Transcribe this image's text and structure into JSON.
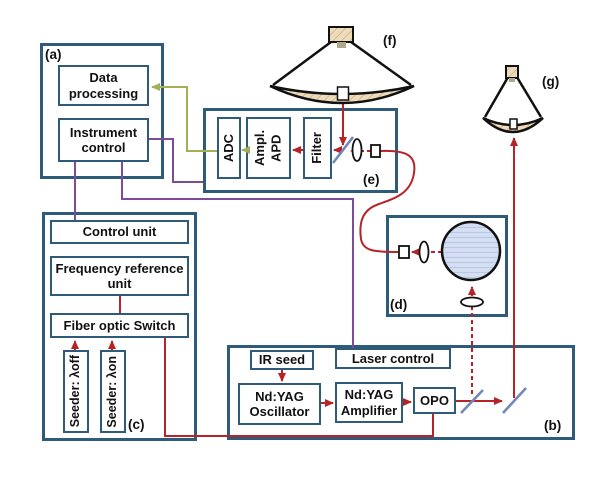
{
  "figure": {
    "description_labels": {
      "panel_a": "(a)",
      "panel_b": "(b)",
      "panel_c": "(c)",
      "panel_d": "(d)",
      "panel_e": "(e)",
      "panel_f": "(f)",
      "panel_g": "(g)"
    }
  },
  "panel_a": {
    "data_processing": "Data processing",
    "instrument_control": "Instrument control"
  },
  "panel_e": {
    "adc": "ADC",
    "ampl_apd": "Ampl. APD",
    "filter": "Filter"
  },
  "panel_c": {
    "control_unit": "Control unit",
    "frequency_reference_unit": "Frequency reference unit",
    "fiber_optic_switch": "Fiber optic Switch",
    "seeder_off": "Seeder: λoff",
    "seeder_on": "Seeder: λon"
  },
  "panel_b": {
    "ir_seed": "IR seed",
    "laser_control": "Laser control",
    "ndyag_oscillator": "Nd:YAG Oscillator",
    "ndyag_amplifier": "Nd:YAG Amplifier",
    "opo": "OPO"
  },
  "colors": {
    "box_border": "#2e5b7a",
    "signal_red": "#b62427",
    "control_purple": "#7d4a9c",
    "data_green": "#a3ae57",
    "mirror_blue": "#7288b8",
    "dish_tan": "#ecdcbd",
    "sphere_blue": "#d4dff1"
  }
}
